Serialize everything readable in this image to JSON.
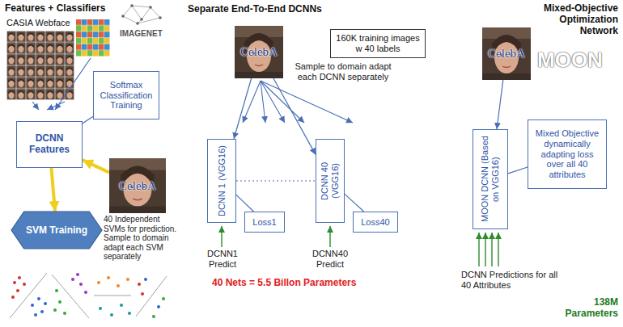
{
  "diagram": {
    "nodes": [
      {
        "text": [
          "DCNN Features"
        ]
      },
      {
        "text": [
          "Softmax Classification Training"
        ]
      },
      {
        "text": [
          "CelebA"
        ]
      },
      {
        "text": [
          "SVM Training"
        ]
      },
      {
        "text": [
          "Separate End-To-End DCNNs"
        ]
      },
      {
        "text": [
          "160K training images w 40 labels"
        ],
        "in": 4
      },
      {
        "text": [
          "CelebA"
        ],
        "in": 4
      },
      {
        "text": [
          "DCNN 1 (VGG16)"
        ],
        "in": 4
      },
      {
        "text": [
          "DCNN 40 (VGG16)"
        ],
        "in": 4
      },
      {
        "text": [
          "Loss1"
        ],
        "in": 4
      },
      {
        "text": [
          "Loss40"
        ],
        "in": 4
      },
      {
        "text": [
          "Mixed-Objective Optimization Network",
          "MOON"
        ]
      },
      {
        "text": [
          "CelebA"
        ],
        "in": 11
      },
      {
        "text": [
          "MOON DCNN (Based on VGG16)"
        ],
        "in": 11
      },
      {
        "text": [
          "Mixed Objective dynamically adapting loss over all 40 attributes"
        ],
        "in": 11
      }
    ],
    "edges": [
      {
        "from": 0,
        "to": 1,
        "arrow": "none"
      },
      {
        "from": 2,
        "to": 0,
        "arrow": "to"
      },
      {
        "from": 0,
        "to": 3,
        "arrow": "to"
      },
      {
        "from": 6,
        "to": 7,
        "arrow": "to"
      },
      {
        "from": 6,
        "to": 8,
        "arrow": "to"
      },
      {
        "from": 7,
        "to": 8,
        "arrow": "none"
      },
      {
        "from": 7,
        "to": 9,
        "arrow": "none"
      },
      {
        "from": 8,
        "to": 10,
        "arrow": "none"
      },
      {
        "from": 12,
        "to": 13,
        "arrow": "to"
      },
      {
        "from": 13,
        "to": 14,
        "arrow": "none"
      }
    ],
    "labels": [
      "Features + Classifiers",
      "CASIA Webface",
      "IMAGENET",
      "40 Independent SVMs for prediction. Sample to domain adapt each SVM separately",
      "Sample to domain adapt each DCNN separately",
      "DCNN1 Predict",
      "DCNN40 Predict",
      "40 Nets = 5.5 Billon Parameters",
      "DCNN Predictions for all 40 Attributes",
      "138M Parameters"
    ]
  }
}
